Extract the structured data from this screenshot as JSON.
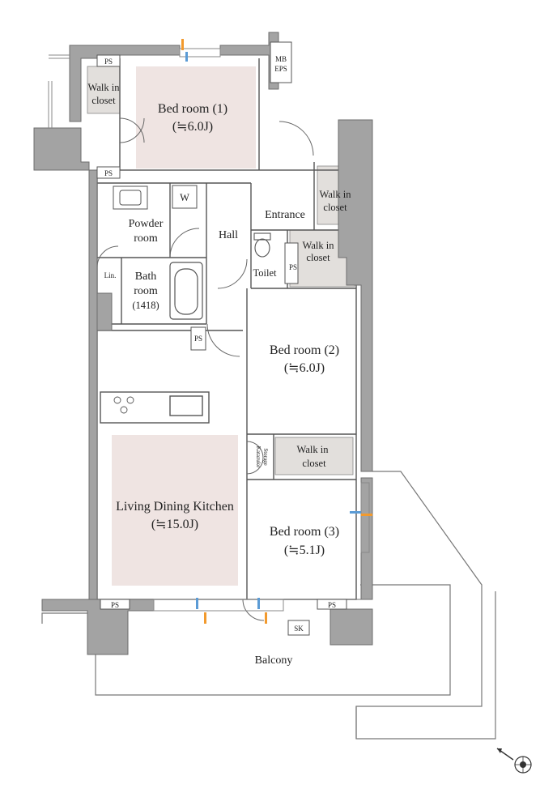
{
  "colors": {
    "wall": "#a3a3a3",
    "wall_edge": "#6e6e6e",
    "room_tint": "#efe4e2",
    "closet_fill": "#e2dfdc",
    "line": "#555555",
    "accent_orange": "#f29a2e",
    "accent_blue": "#5b9bd5"
  },
  "rooms": {
    "bedroom1": {
      "name": "Bed room (1)",
      "size": "(≒6.0J)"
    },
    "bedroom2": {
      "name": "Bed room (2)",
      "size": "(≒6.0J)"
    },
    "bedroom3": {
      "name": "Bed room (3)",
      "size": "(≒5.1J)"
    },
    "ldk": {
      "name": "Living Dining Kitchen",
      "size": "(≒15.0J)"
    },
    "wic1": {
      "line1": "Walk in",
      "line2": "closet"
    },
    "wic2": {
      "line1": "Walk in",
      "line2": "closet"
    },
    "wic3": {
      "line1": "Walk in",
      "line2": "closet"
    },
    "wic4": {
      "line1": "Walk in",
      "line2": "closet"
    },
    "powder": {
      "line1": "Powder",
      "line2": "room"
    },
    "bath": {
      "line1": "Bath",
      "line2": "room",
      "line3": "(1418)"
    },
    "hall": "Hall",
    "entrance": "Entrance",
    "toilet": "Toilet",
    "linen": "Lin.",
    "washer": "W",
    "balcony": "Balcony",
    "katazuke": {
      "line1": "Katazuke",
      "line2": "Storage"
    }
  },
  "fixtures": {
    "ps": "PS",
    "mb_eps_line1": "MB",
    "mb_eps_line2": "EPS",
    "sk": "SK"
  },
  "icons": {
    "compass": "compass-rose-icon",
    "window_marker": "window-marker-icon"
  }
}
